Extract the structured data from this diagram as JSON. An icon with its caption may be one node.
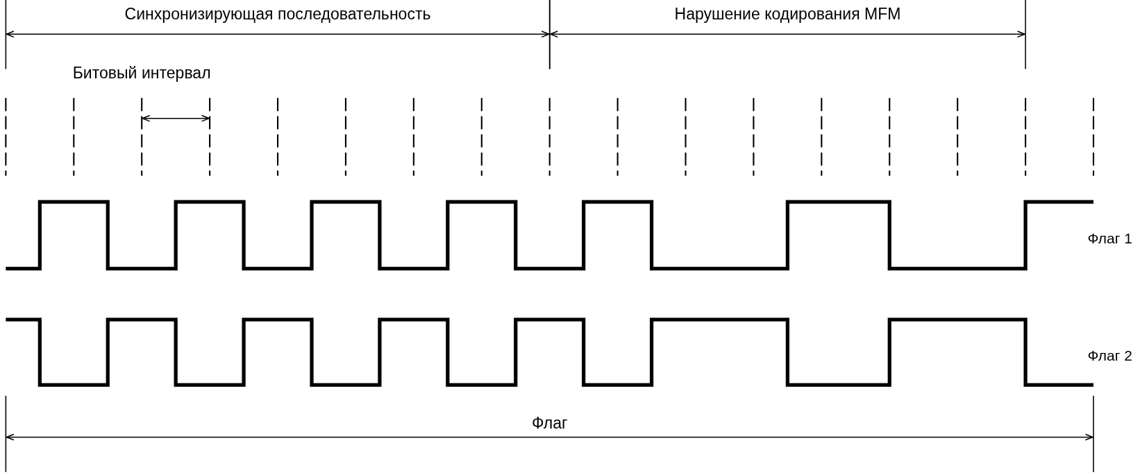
{
  "diagram": {
    "labels": [
      "Синхронизирующая последовательность",
      "Нарушение кодирования MFM",
      "Битовый интервал",
      "Флаг 1",
      "Флаг 2",
      "Флаг"
    ]
  }
}
